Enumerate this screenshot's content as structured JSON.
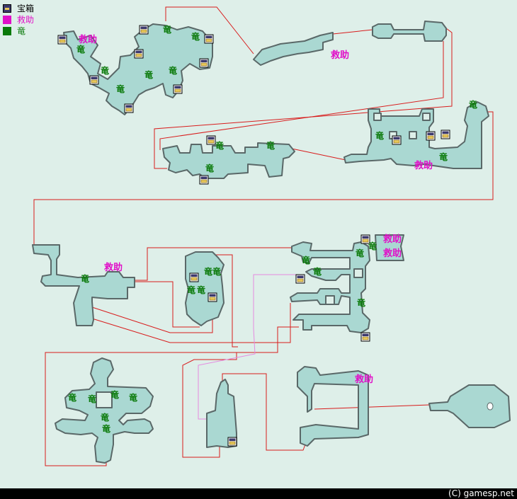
{
  "legend": {
    "chest": "宝箱",
    "rescue": "救助",
    "dragon": "竜"
  },
  "labels": {
    "dragon": "竜",
    "rescue": "救助"
  },
  "colors": {
    "background": "#deefe9",
    "room_fill": "#aad8d2",
    "room_stroke": "#5a6868",
    "path_red": "#d81c1c",
    "path_pink": "#e58ae0",
    "dragon": "#0a7a0a",
    "rescue": "#e010c8",
    "chest_box": "#3d3a6e"
  },
  "icons": {
    "chest": "treasure-chest-icon"
  },
  "footer": "(C) gamesp.net"
}
